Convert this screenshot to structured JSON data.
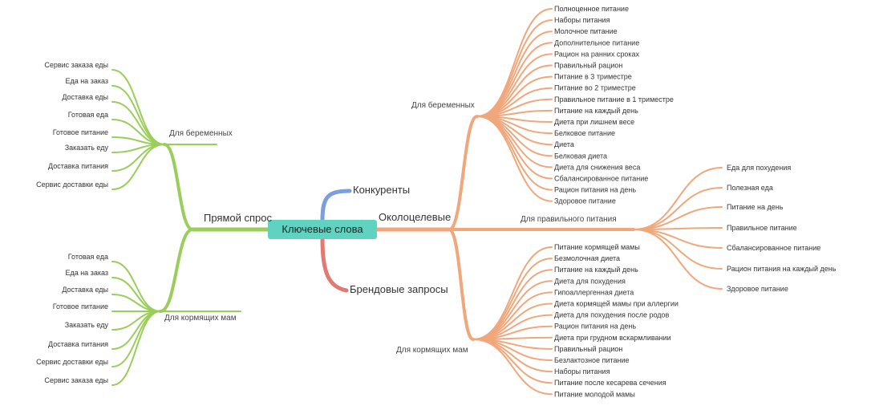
{
  "colors": {
    "root": "#5fd3c0",
    "green": "#9acd5a",
    "orange": "#f0a77c",
    "blue": "#7a9fdc",
    "red": "#e07a72"
  },
  "root": "Ключевые слова",
  "left_branch": {
    "label": "Прямой спрос",
    "groups": [
      {
        "label": "Для беременных",
        "items": [
          "Сервис заказа еды",
          "Еда на заказ",
          "Доставка еды",
          "Готовая еда",
          "Готовое питание",
          "Заказать еду",
          "Доставка питания",
          "Сервис доставки еды"
        ]
      },
      {
        "label": "Для кормящих мам",
        "items": [
          "Готовая еда",
          "Еда на заказ",
          "Доставка еды",
          "Готовое питание",
          "Заказать еду",
          "Доставка питания",
          "Сервис доставки еды",
          "Сервис заказа еды"
        ]
      }
    ]
  },
  "competitors": "Конкуренты",
  "brand": "Брендовые запросы",
  "right_branch": {
    "label": "Околоцелевые",
    "groups": [
      {
        "label": "Для беременных",
        "items": [
          "Полноценное питание",
          "Наборы питания",
          "Молочное питание",
          "Дополнительное питание",
          "Рацион на ранних сроках",
          "Правильный рацион",
          "Питание в 3 триместре",
          "Питание во 2 триместре",
          "Правильное питание в 1 триместре",
          "Питание на каждый день",
          "Диета при лишнем весе",
          "Белковое питание",
          "Диета",
          "Белковая диета",
          "Диета для снижения веса",
          "Сбалансированное питание",
          "Рацион питания на день",
          "Здоровое питание"
        ]
      },
      {
        "label": "Для правильного питания",
        "items": [
          "Еда для похудения",
          "Полезная еда",
          "Питание на день",
          "Правильное питание",
          "Сбалансированное питание",
          "Рацион питания на каждый день",
          "Здоровое питание"
        ]
      },
      {
        "label": "Для кормящих мам",
        "items": [
          "Питание кормящей мамы",
          "Безмолочная диета",
          "Питание на каждый день",
          "Диета для похудения",
          "Гипоаллергенная диета",
          "Диета кормящей мамы при аллергии",
          "Диета для похудения после родов",
          "Рацион питания на день",
          "Диета при грудном вскармливании",
          "Правильный рацион",
          "Безлактозное питание",
          "Наборы питания",
          "Питание после кесарева сечения",
          "Питание молодой мамы"
        ]
      }
    ]
  }
}
